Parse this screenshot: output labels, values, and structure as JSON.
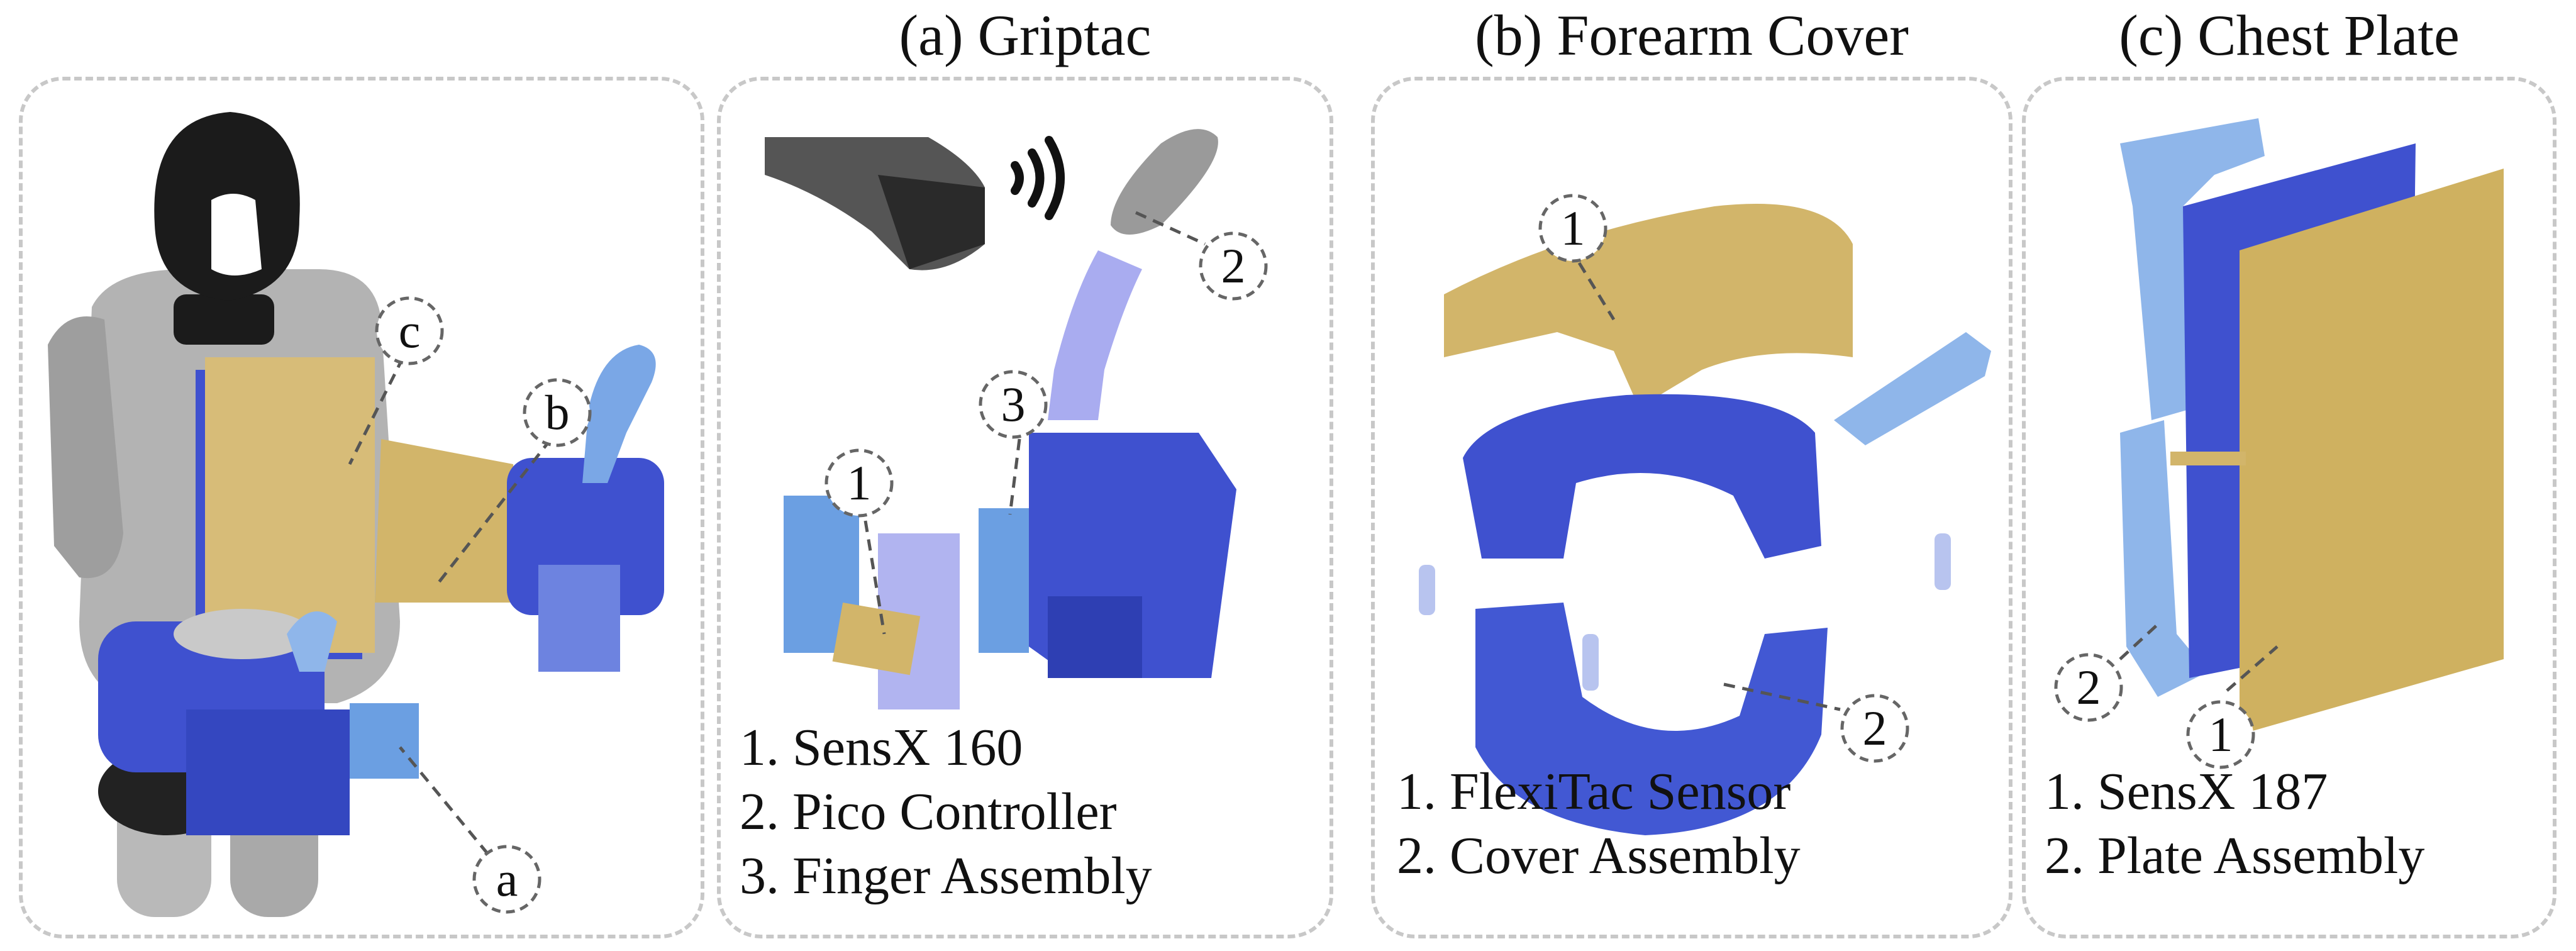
{
  "overview": {
    "callouts": [
      "a",
      "b",
      "c"
    ]
  },
  "panels": [
    {
      "id": "griptac",
      "heading": "(a) Griptac",
      "callouts": [
        "1",
        "2",
        "3"
      ],
      "items": [
        "1. SensX 160",
        "2. Pico Controller",
        "3. Finger Assembly"
      ]
    },
    {
      "id": "forearm-cover",
      "heading": "(b) Forearm Cover",
      "callouts": [
        "1",
        "2"
      ],
      "items": [
        "1. FlexiTac Sensor",
        "2. Cover Assembly"
      ]
    },
    {
      "id": "chest-plate",
      "heading": "(c) Chest Plate",
      "callouts": [
        "1",
        "2"
      ],
      "items": [
        "1. SensX 187",
        "2. Plate Assembly"
      ]
    }
  ],
  "colors": {
    "part_blue": "#3f51cf",
    "part_light_blue": "#7aa7e6",
    "sensor_gold": "#d2b56a",
    "robot_gray": "#a7a7a7",
    "robot_black": "#1b1b1b",
    "border": "#c8c8c8"
  }
}
